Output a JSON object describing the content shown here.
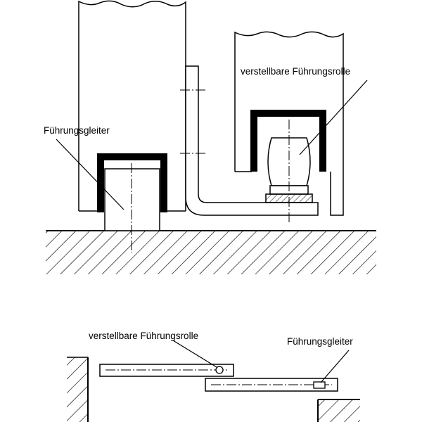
{
  "labels": {
    "top_roller": "verstellbare Führungsrolle",
    "top_glider": "Führungsgleiter",
    "bottom_roller": "verstellbare Führungsrolle",
    "bottom_glider": "Führungsgleiter"
  },
  "colors": {
    "ink": "#000000",
    "paper": "#ffffff"
  }
}
